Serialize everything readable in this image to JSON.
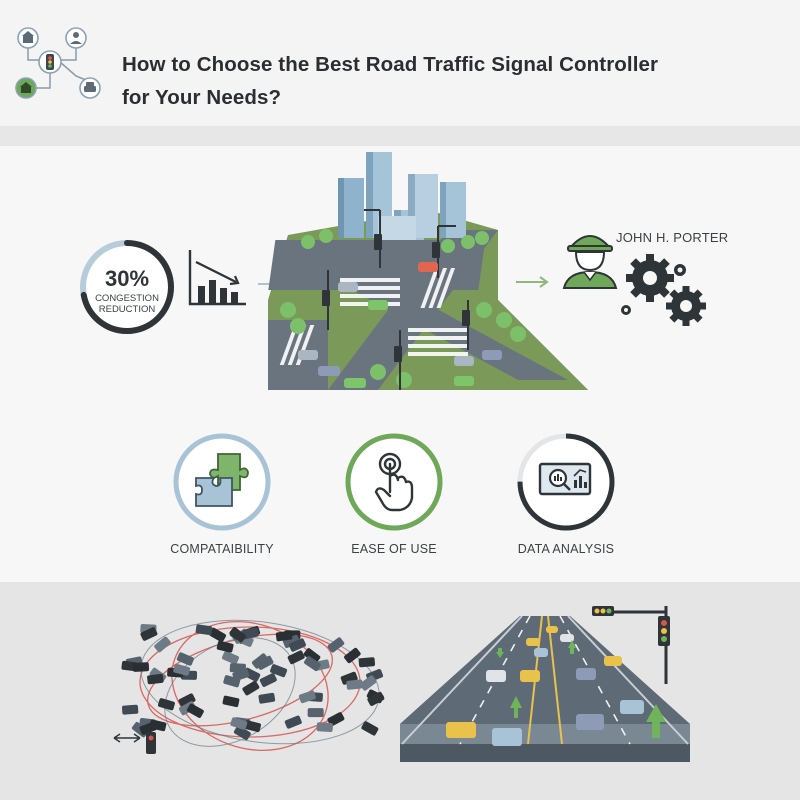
{
  "header": {
    "title_line1": "How to Choose the Best Road Traffic Signal Controller",
    "title_line2": "for Your Needs?"
  },
  "stat": {
    "value": "30%",
    "label_line1": "CONGESTION",
    "label_line2": "REDUCTION",
    "progress": 0.72
  },
  "engineer": {
    "name": "JOHN H. PORTER"
  },
  "features": [
    {
      "label": "COMPATAIBILITY",
      "icon": "puzzle-icon",
      "ring_color": "#a9c3d6",
      "progress": 1.0
    },
    {
      "label": "EASE OF USE",
      "icon": "touch-hand-icon",
      "ring_color": "#6fa858",
      "progress": 1.0
    },
    {
      "label": "DATA ANALYSIS",
      "icon": "data-analysis-icon",
      "ring_color": "#2e3438",
      "progress": 0.75
    }
  ],
  "colors": {
    "accent_green": "#6fa858",
    "accent_blue": "#a9c3d6",
    "dark": "#2e3438"
  }
}
